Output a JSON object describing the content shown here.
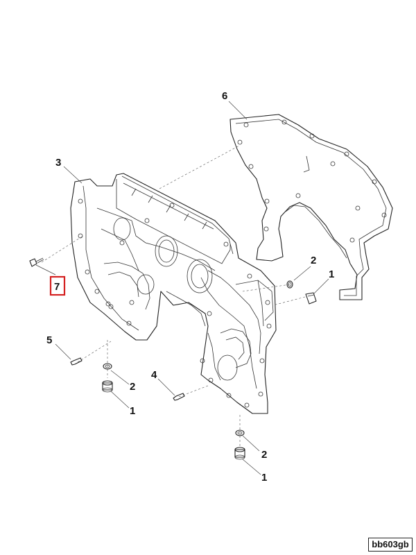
{
  "callouts": {
    "c6": "6",
    "c3": "3",
    "c7": "7",
    "c2_gasket": "2",
    "c1_gasket": "1",
    "c5": "5",
    "c2_left": "2",
    "c1_left": "1",
    "c4": "4",
    "c2_bottom": "2",
    "c1_bottom": "1"
  },
  "highlighted_callout": "7",
  "highlight_color": "#d42020",
  "reference_code": "bb603gb"
}
